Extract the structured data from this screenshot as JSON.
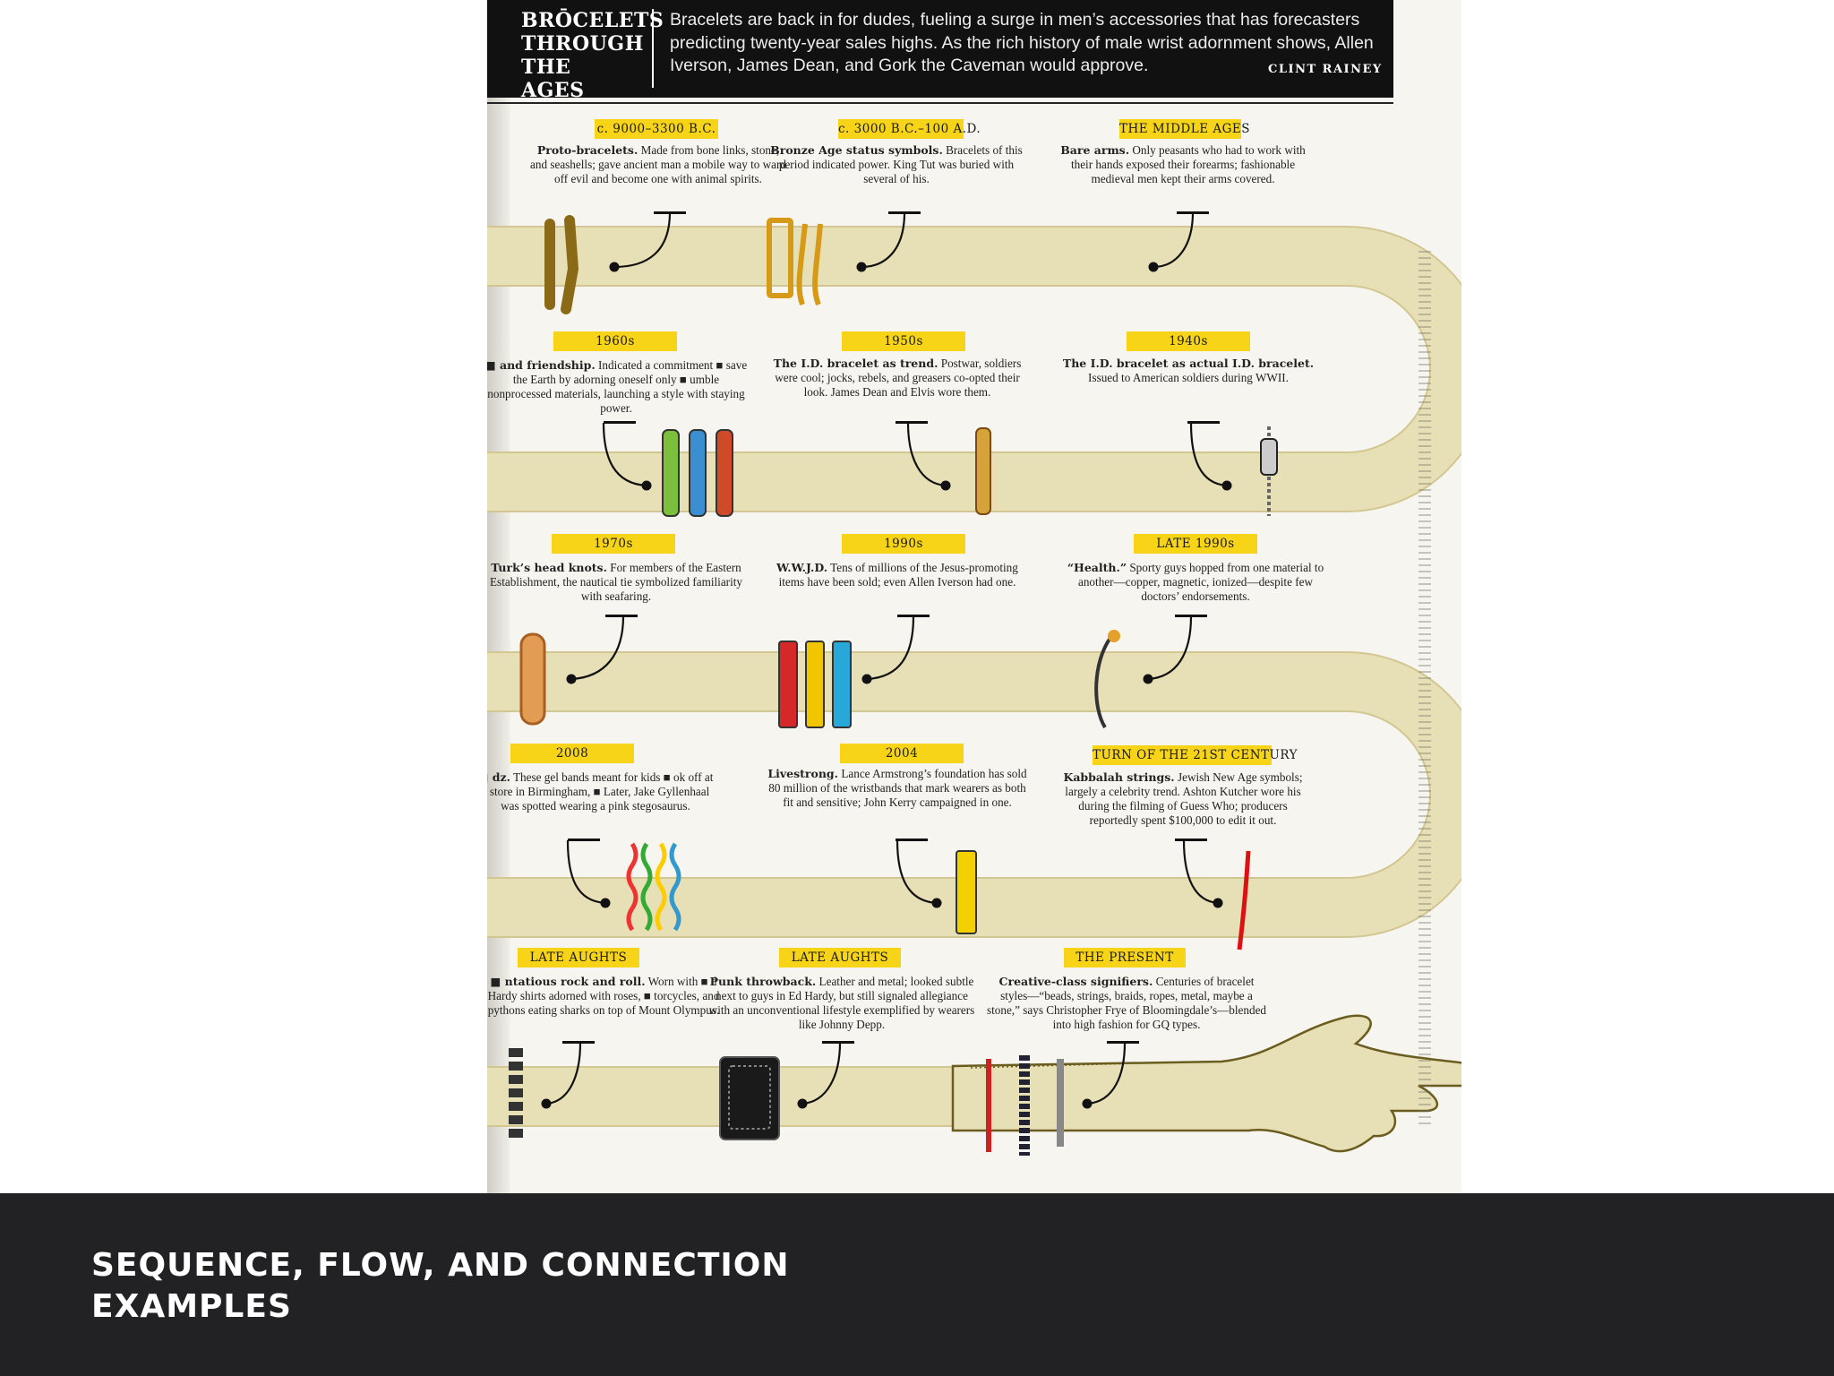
{
  "header": {
    "title": "BRŌCELETS\nTHROUGH\nTHE AGES",
    "intro": "Bracelets are back in for dudes, fueling a surge in men’s accessories that has forecasters predicting twenty-year sales highs. As the rich history of male wrist adornment shows, Allen Iverson, James Dean, and Gork the Caveman would approve.",
    "byline": "CLINT RAINEY"
  },
  "colors": {
    "band": "#e7dfb5",
    "band_edge": "#d2c792",
    "label": "#f7d417",
    "header": "#111111",
    "footer": "#222224"
  },
  "entries": [
    {
      "era": "c. 9000–3300 B.C.",
      "head": "Proto-bracelets.",
      "text": "Made from bone links, stone, and seashells; gave ancient man a mobile way to ward off evil and become one with animal spirits.",
      "icon": "bone-bracelet-icon"
    },
    {
      "era": "c. 3000 B.C.–100 A.D.",
      "head": "Bronze Age status symbols.",
      "text": "Bracelets of this period indicated power. King Tut was buried with several of his.",
      "icon": "bronze-cuff-icon"
    },
    {
      "era": "THE MIDDLE AGES",
      "head": "Bare arms.",
      "text": "Only peasants who had to work with their hands exposed their forearms; fashionable medieval men kept their arms covered.",
      "icon": ""
    },
    {
      "era": "1960s",
      "head": "■ and friendship.",
      "text": "Indicated a commitment ■ save the Earth by adorning oneself only ■ umble nonprocessed materials, launching a style with staying power.",
      "icon": "friendship-bracelet-icon"
    },
    {
      "era": "1950s",
      "head": "The I.D. bracelet as trend.",
      "text": "Postwar, soldiers were cool; jocks, rebels, and greasers co-opted their look. James Dean and Elvis wore them.",
      "icon": "id-bracelet-icon"
    },
    {
      "era": "1940s",
      "head": "The I.D. bracelet as actual I.D. bracelet.",
      "text": "Issued to American soldiers during WWII.",
      "icon": "military-id-bracelet-icon"
    },
    {
      "era": "1970s",
      "head": "Turk’s head knots.",
      "text": "For members of the Eastern Establishment, the nautical tie symbolized familiarity with seafaring.",
      "icon": "rope-knot-bracelet-icon"
    },
    {
      "era": "1990s",
      "head": "W.W.J.D.",
      "text": "Tens of millions of the Jesus-promoting items have been sold; even Allen Iverson had one.",
      "icon": "wwjd-band-icon"
    },
    {
      "era": "LATE 1990s",
      "head": "“Health.”",
      "text": "Sporty guys hopped from one material to another—copper, magnetic, ionized—despite few doctors’ endorsements.",
      "icon": "magnetic-cuff-icon"
    },
    {
      "era": "2008",
      "head": "■ dz.",
      "text": "These gel bands meant for kids ■ ok off at a store in Birmingham, ■ Later, Jake Gyllenhaal was spotted wearing a pink stegosaurus.",
      "icon": "silly-bandz-icon"
    },
    {
      "era": "2004",
      "head": "Livestrong.",
      "text": "Lance Armstrong’s foundation has sold 80 million of the wristbands that mark wearers as both fit and sensitive; John Kerry campaigned in one.",
      "icon": "livestrong-band-icon"
    },
    {
      "era": "TURN OF THE 21ST CENTURY",
      "head": "Kabbalah strings.",
      "text": "Jewish New Age symbols; largely a celebrity trend. Ashton Kutcher wore his during the filming of Guess Who; producers reportedly spent $100,000 to edit it out.",
      "icon": "red-string-icon"
    },
    {
      "era": "LATE AUGHTS",
      "head": "■ ntatious rock and roll.",
      "text": "Worn with ■ d Hardy shirts adorned with roses, ■ torcycles, and pythons eating sharks on top of Mount Olympus.",
      "icon": "skull-bracelet-icon"
    },
    {
      "era": "LATE AUGHTS",
      "head": "Punk throwback.",
      "text": "Leather and metal; looked subtle next to guys in Ed Hardy, but still signaled allegiance with an unconventional lifestyle exemplified by wearers like Johnny Depp.",
      "icon": "leather-cuff-icon"
    },
    {
      "era": "THE PRESENT",
      "head": "Creative-class signifiers.",
      "text": "Centuries of bracelet styles—“beads, strings, braids, ropes, metal, maybe a stone,” says Christopher Frye of Bloomingdale’s—blended into high fashion for GQ types.",
      "icon": "stacked-bracelets-icon"
    }
  ],
  "footer": {
    "title": "SEQUENCE, FLOW, AND CONNECTION\nEXAMPLES"
  }
}
